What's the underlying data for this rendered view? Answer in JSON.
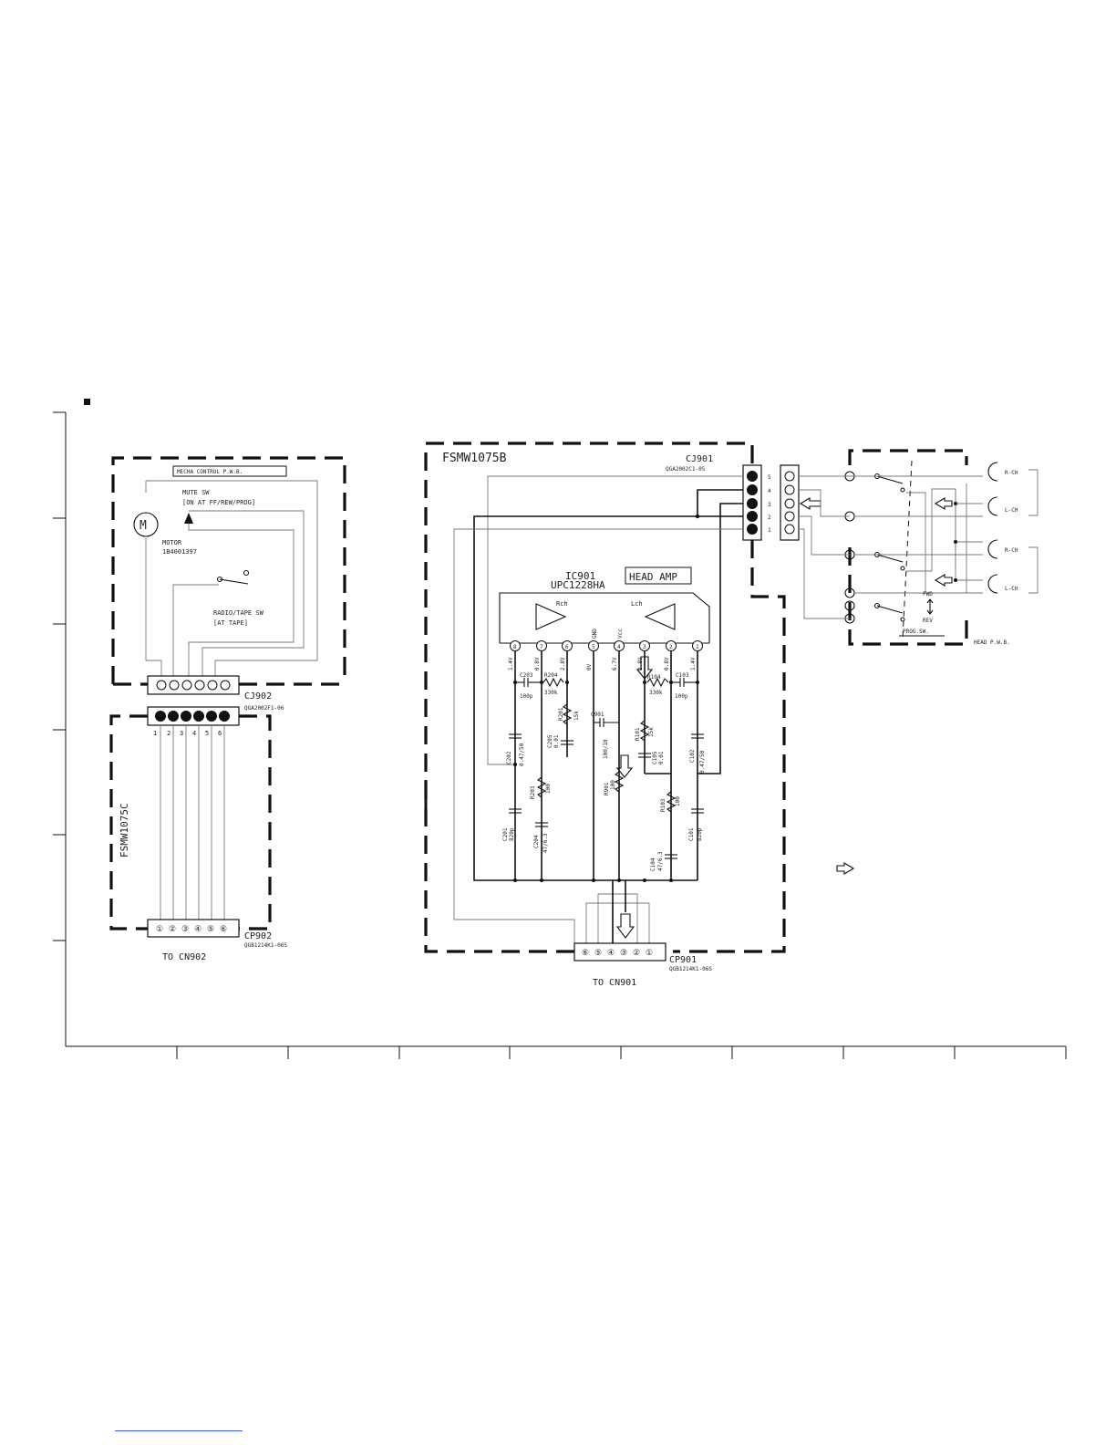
{
  "footer_link": {
    "text": ""
  },
  "mecha_board": {
    "title": "MECHA CONTROL P.W.B.",
    "mute_sw": "MUTE SW",
    "mute_sw_note": "[ON AT FF/REW/PROG]",
    "motor_symbol": "M",
    "motor_label": "MOTOR",
    "motor_part": "1B4001397",
    "radio_tape_sw": "RADIO/TAPE SW",
    "radio_tape_note": "[AT TAPE]",
    "connector": "CJ902"
  },
  "fsmw1075c": {
    "board": "FSMW1075C",
    "connector_part": "QGA2002F1-06",
    "pin_numbers": [
      "1",
      "2",
      "3",
      "4",
      "5",
      "6"
    ],
    "bottom_pins": [
      "①",
      "②",
      "③",
      "④",
      "⑤",
      "⑥"
    ],
    "plug": "CP902",
    "plug_part": "QGB1214K1-06S",
    "to": "TO CN902"
  },
  "fsmw1075b": {
    "board": "FSMW1075B",
    "connector": "CJ901",
    "connector_part": "QGA2002C1-05",
    "ic": "IC901",
    "ic_part": "UPC1228HA",
    "ic_function": "HEAD AMP",
    "rch": "Rch",
    "lch": "Lch",
    "ic_pins": [
      "8",
      "7",
      "6",
      "5",
      "4",
      "3",
      "2",
      "1"
    ],
    "ic_pin_names": [
      "",
      "",
      "",
      "GND",
      "Vcc",
      "",
      "",
      ""
    ],
    "ic_voltages": [
      "1.4V",
      "0.8V",
      "2.8V",
      "0V",
      "6.7V",
      "2.8V",
      "0.8V",
      "1.4V"
    ],
    "components": {
      "C203": [
        "C203",
        "100p"
      ],
      "R204": [
        "R204",
        "330k"
      ],
      "R201": [
        "R201",
        "15k"
      ],
      "C205": [
        "C205",
        "0.01"
      ],
      "C202": [
        "C202",
        "0.47/50"
      ],
      "R203": [
        "R203",
        "100"
      ],
      "C201": [
        "C201",
        "820p"
      ],
      "C204": [
        "C204",
        "47/6.3"
      ],
      "C901": [
        "C901",
        "100/10"
      ],
      "R901": [
        "R901",
        "100"
      ],
      "R104": [
        "R104",
        "330k"
      ],
      "C103": [
        "C103",
        "100p"
      ],
      "R101": [
        "R101",
        "15k"
      ],
      "C105": [
        "C105",
        "0.01"
      ],
      "C102": [
        "C102",
        "0.47/50"
      ],
      "R103": [
        "R103",
        "100"
      ],
      "C101": [
        "C101",
        "820p"
      ],
      "C104": [
        "C104",
        "47/6.3"
      ]
    },
    "plug": "CP901",
    "plug_part": "QGB1214K1-06S",
    "bottom_pins": [
      "⑥",
      "⑤",
      "④",
      "③",
      "②",
      "①"
    ],
    "to": "TO CN901"
  },
  "cj901_pins": [
    "5",
    "4",
    "3",
    "2",
    "1"
  ],
  "head_board": {
    "label": "HEAD P.W.B.",
    "channels": [
      "R-CH",
      "L-CH",
      "R-CH",
      "L-CH"
    ],
    "fwd": "FWD",
    "rev": "REV",
    "prog_sw": "PROG.SW."
  },
  "frame": {
    "grid_ticks": 9
  }
}
